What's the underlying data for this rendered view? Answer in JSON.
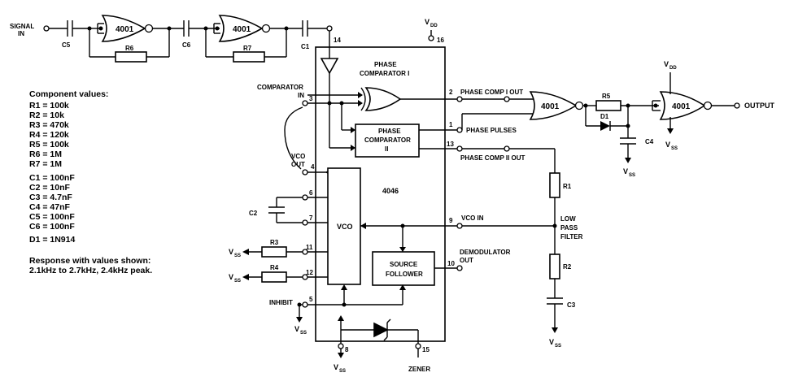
{
  "signal_in": [
    "SIGNAL",
    "IN"
  ],
  "gates": {
    "g1": "4001",
    "g2": "4001",
    "g3": "4001",
    "g4": "4001"
  },
  "caps": {
    "c5": "C5",
    "c6": "C6",
    "c1": "C1",
    "c2": "C2",
    "c3": "C3",
    "c4": "C4"
  },
  "resistors": {
    "r6": "R6",
    "r7": "R7",
    "r5": "R5",
    "r3": "R3",
    "r4": "R4",
    "r1": "R1",
    "r2": "R2"
  },
  "diode_d1": "D1",
  "supply": {
    "vdd": "V",
    "vdd_sub": "DD",
    "vss": "V",
    "vss_sub": "SS"
  },
  "component_values": {
    "heading": "Component values:",
    "resistors": [
      "R1 = 100k",
      "R2 = 10k",
      "R3 = 470k",
      "R4 = 120k",
      "R5 = 100k",
      "R6 = 1M",
      "R7 = 1M"
    ],
    "capacitors": [
      "C1 = 100nF",
      "C2 = 10nF",
      "C3 = 4.7nF",
      "C4 = 47nF",
      "C5 = 100nF",
      "C6 = 100nF"
    ],
    "diode": "D1 = 1N914"
  },
  "response": [
    "Response with values shown:",
    "2.1kHz to 2.7kHz, 2.4kHz peak."
  ],
  "ic": {
    "name": "4046",
    "phase_comp1": [
      "PHASE",
      "COMPARATOR I"
    ],
    "phase_comp2": [
      "PHASE",
      "COMPARATOR",
      "II"
    ],
    "vco": "VCO",
    "source_follower": [
      "SOURCE",
      "FOLLOWER"
    ]
  },
  "pins": [
    "14",
    "16",
    "3",
    "2",
    "1",
    "13",
    "4",
    "6",
    "7",
    "9",
    "11",
    "12",
    "10",
    "5",
    "8",
    "15"
  ],
  "signals": {
    "comparator_in": [
      "COMPARATOR",
      "IN"
    ],
    "vco_out": [
      "VCO",
      "OUT"
    ],
    "phase_comp1_out": "PHASE COMP I OUT",
    "phase_pulses": "PHASE PULSES",
    "phase_comp2_out": "PHASE COMP II OUT",
    "vco_in": "VCO IN",
    "demodulator_out": [
      "DEMODULATOR",
      "OUT"
    ],
    "inhibit": "INHIBIT",
    "zener": "ZENER",
    "low_pass_filter": [
      "LOW",
      "PASS",
      "FILTER"
    ],
    "output": "OUTPUT"
  }
}
